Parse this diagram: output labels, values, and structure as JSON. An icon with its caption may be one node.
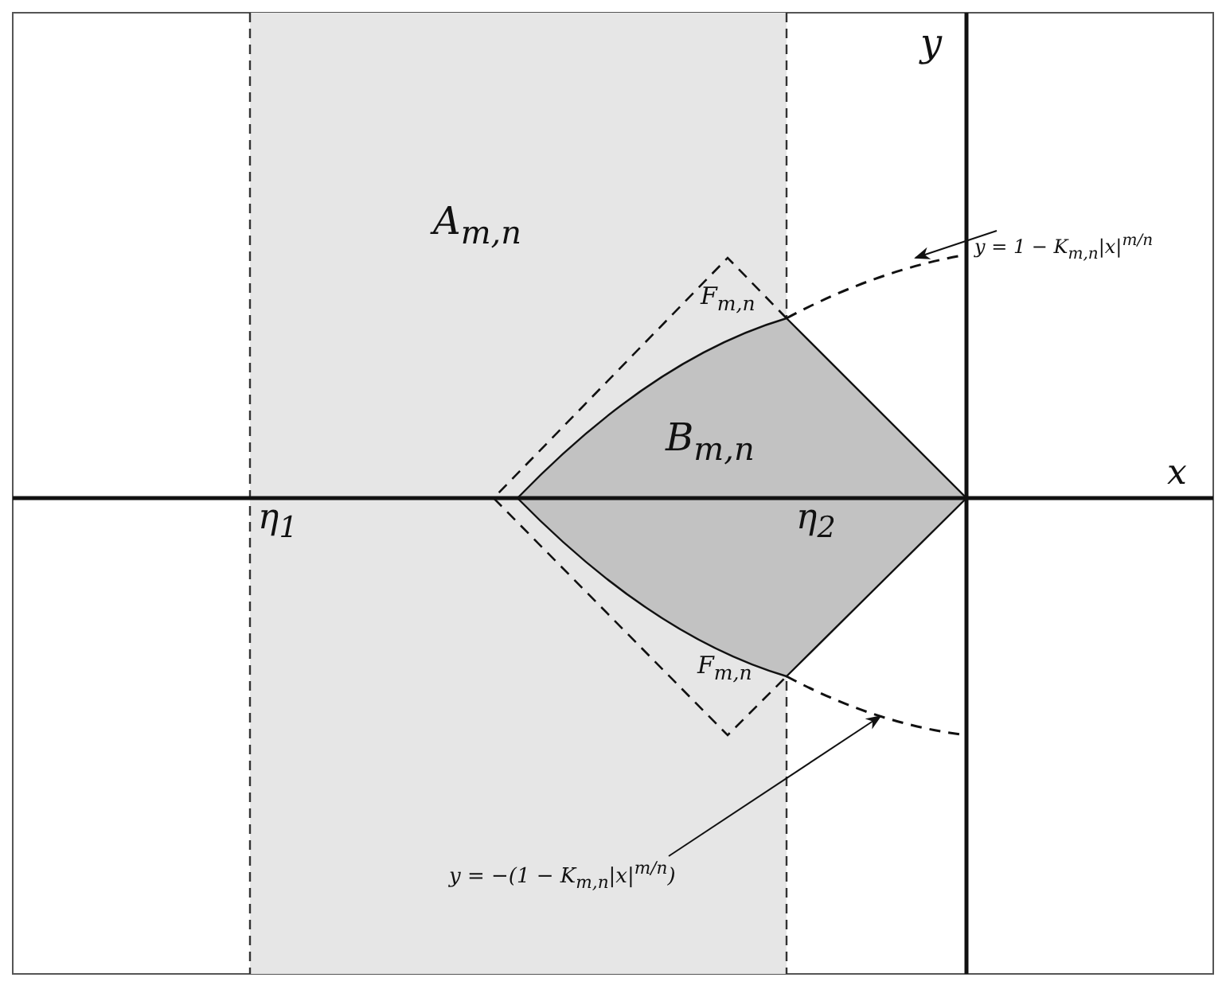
{
  "diagram": {
    "nodes": [
      {
        "text": [
          "y = 1 − K$_{m,n}$|x|$^{m/n}$"
        ]
      },
      {
        "text": [
          "y = −(1 − K$_{m,n}$|x|$^{m/n}$)"
        ]
      }
    ],
    "edges": [
      {
        "from": 0,
        "to": null,
        "arrow": "to"
      },
      {
        "from": 1,
        "to": null,
        "arrow": "to"
      }
    ],
    "labels": [
      "y",
      "A$_{m,n}$",
      "F$_{m,n}$",
      "B$_{m,n}$",
      "x",
      "η$_{1}$",
      "η$_{2}$",
      "F$_{m,n}$"
    ]
  }
}
